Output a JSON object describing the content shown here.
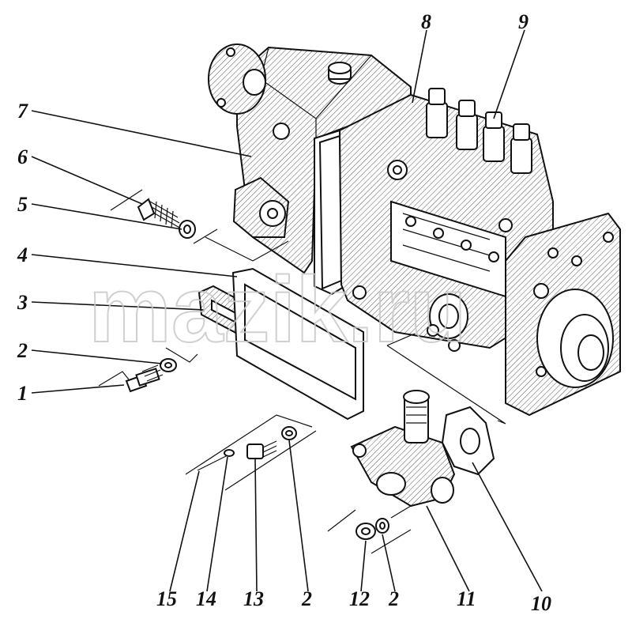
{
  "watermark": "mazik.ru",
  "callouts": {
    "c1": "1",
    "c2a": "2",
    "c3": "3",
    "c4": "4",
    "c5": "5",
    "c6": "6",
    "c7": "7",
    "c8": "8",
    "c9": "9",
    "c10": "10",
    "c11": "11",
    "c12": "12",
    "c2b": "2",
    "c13": "13",
    "c14": "14",
    "c15": "15",
    "c2c": "2"
  }
}
